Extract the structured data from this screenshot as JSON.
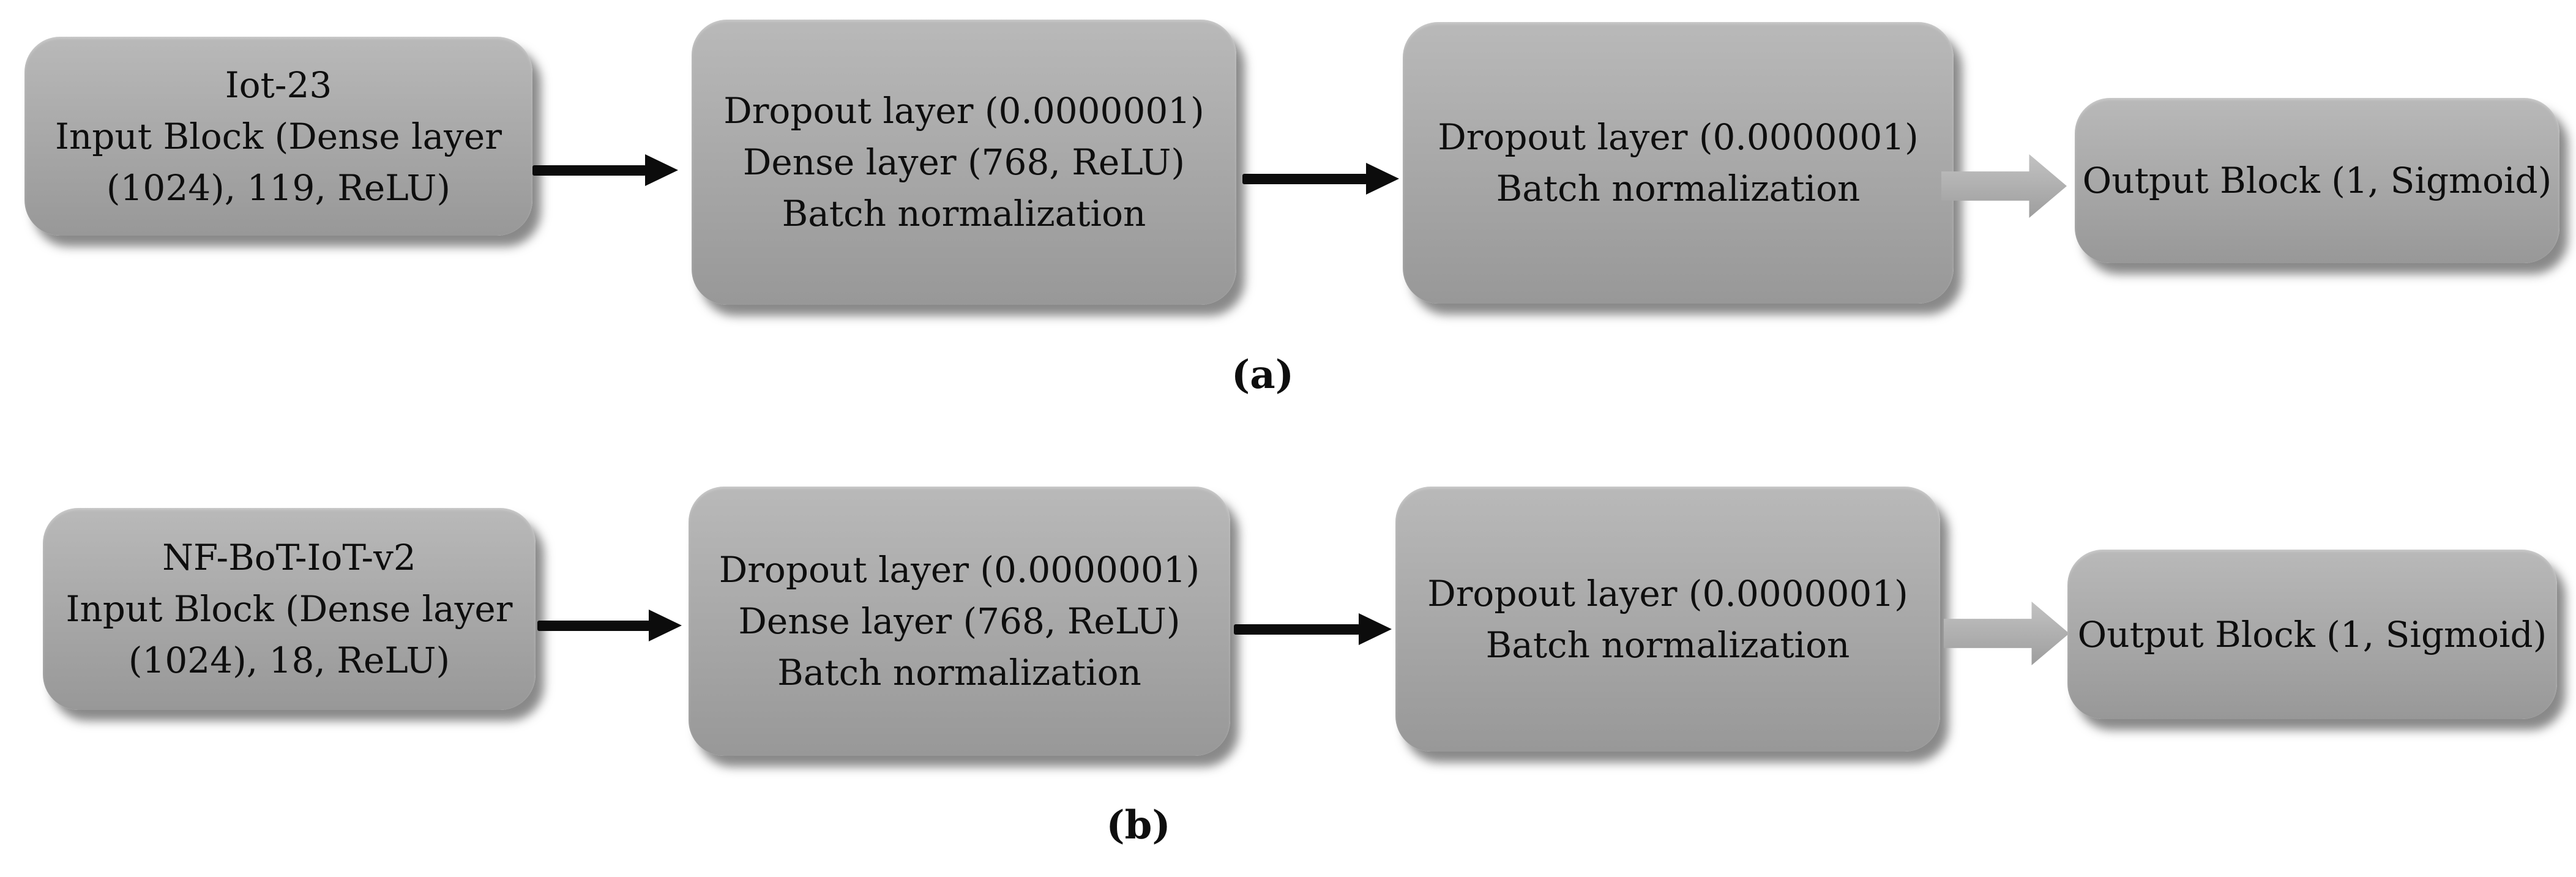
{
  "figure": {
    "panels": [
      {
        "label": "(a)",
        "blocks": [
          {
            "name": "input-block",
            "lines": [
              "Iot-23",
              "Input Block (Dense layer",
              "(1024), 119, ReLU)"
            ]
          },
          {
            "name": "dense-block",
            "lines": [
              "Dropout layer (0.0000001)",
              "Dense layer (768, ReLU)",
              "Batch normalization"
            ]
          },
          {
            "name": "dropout-block",
            "lines": [
              "Dropout layer (0.0000001)",
              "Batch normalization"
            ]
          },
          {
            "name": "output-block",
            "lines": [
              "Output Block (1, Sigmoid)"
            ]
          }
        ]
      },
      {
        "label": "(b)",
        "blocks": [
          {
            "name": "input-block",
            "lines": [
              "NF-BoT-IoT-v2",
              "Input Block (Dense layer",
              "(1024), 18, ReLU)"
            ]
          },
          {
            "name": "dense-block",
            "lines": [
              "Dropout layer (0.0000001)",
              "Dense layer (768, ReLU)",
              "Batch normalization"
            ]
          },
          {
            "name": "dropout-block",
            "lines": [
              "Dropout layer (0.0000001)",
              "Batch normalization"
            ]
          },
          {
            "name": "output-block",
            "lines": [
              "Output Block (1, Sigmoid)"
            ]
          }
        ]
      }
    ],
    "colors": {
      "background": "#ffffff",
      "block_fill": "#a8a8a8",
      "block_text": "#0e0e0e",
      "arrow_black": "#0c0c0c",
      "arrow_gray": "#b0b0b0"
    }
  }
}
